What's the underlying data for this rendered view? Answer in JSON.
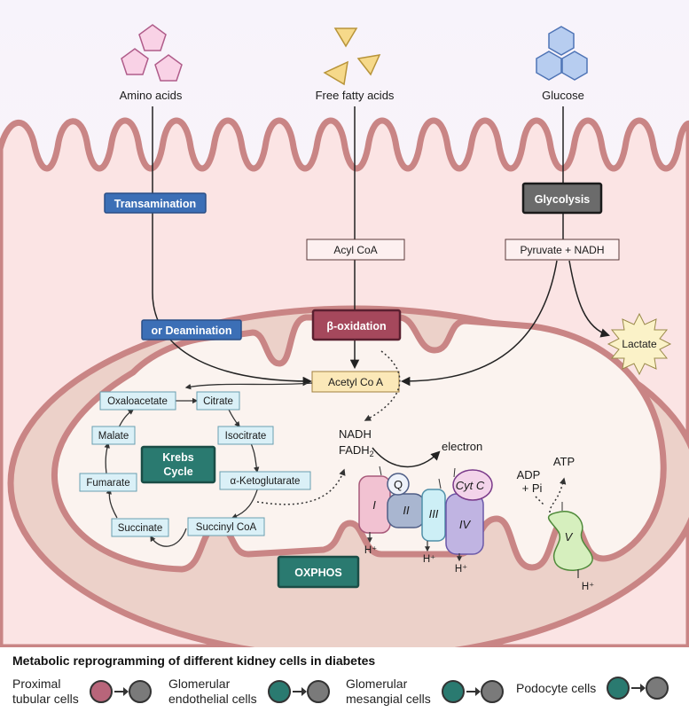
{
  "nutrients": {
    "amino_acids": "Amino acids",
    "free_fatty_acids": "Free fatty acids",
    "glucose": "Glucose"
  },
  "processes": {
    "transamination": "Transamination",
    "deamination": "or Deamination",
    "glycolysis": "Glycolysis",
    "beta_oxidation": "β-oxidation",
    "oxphos": "OXPHOS",
    "krebs_line1": "Krebs",
    "krebs_line2": "Cycle"
  },
  "intermediates": {
    "acyl_coa": "Acyl CoA",
    "pyruvate_nadh": "Pyruvate + NADH",
    "lactate": "Lactate",
    "acetyl_coa": "Acetyl Co A"
  },
  "krebs": {
    "oxaloacetate": "Oxaloacetate",
    "citrate": "Citrate",
    "isocitrate": "Isocitrate",
    "alpha_ketoglutarate": "α-Ketoglutarate",
    "succinyl_coa": "Succinyl CoA",
    "succinate": "Succinate",
    "fumarate": "Fumarate",
    "malate": "Malate"
  },
  "etc": {
    "nadh": "NADH",
    "fadh2": "FADH",
    "fadh2_sub": "2",
    "electron": "electron",
    "complex_1": "I",
    "q": "Q",
    "complex_2": "II",
    "complex_3": "III",
    "cyt_c": "Cyt C",
    "complex_4": "IV",
    "complex_5": "V",
    "h_plus": "H⁺",
    "adp_line1": "ADP",
    "adp_line2": "+ Pi",
    "atp": "ATP"
  },
  "caption": "Metabolic reprogramming of different kidney cells in diabetes",
  "legend": [
    {
      "line1": "Proximal",
      "line2": "tubular cells",
      "from_color": "#b8657a",
      "to_color": "#7a7a7a"
    },
    {
      "line1": "Glomerular",
      "line2": "endothelial cells",
      "from_color": "#2a7a70",
      "to_color": "#7a7a7a"
    },
    {
      "line1": "Glomerular",
      "line2": "mesangial cells",
      "from_color": "#2a7a70",
      "to_color": "#7a7a7a"
    },
    {
      "line1": "Podocyte cells",
      "line2": "",
      "from_color": "#2a7a70",
      "to_color": "#7a7a7a"
    }
  ],
  "colors": {
    "membrane": "#c98585",
    "cytoplasm": "#fbe4e4",
    "mito_intermembrane": "#ecd1c9",
    "mito_matrix": "#fbf3ef",
    "blue_label": "#3c6fb6",
    "gray_label": "#6b6b6b",
    "maroon_label": "#a5485c",
    "teal_label": "#2a7a70"
  }
}
